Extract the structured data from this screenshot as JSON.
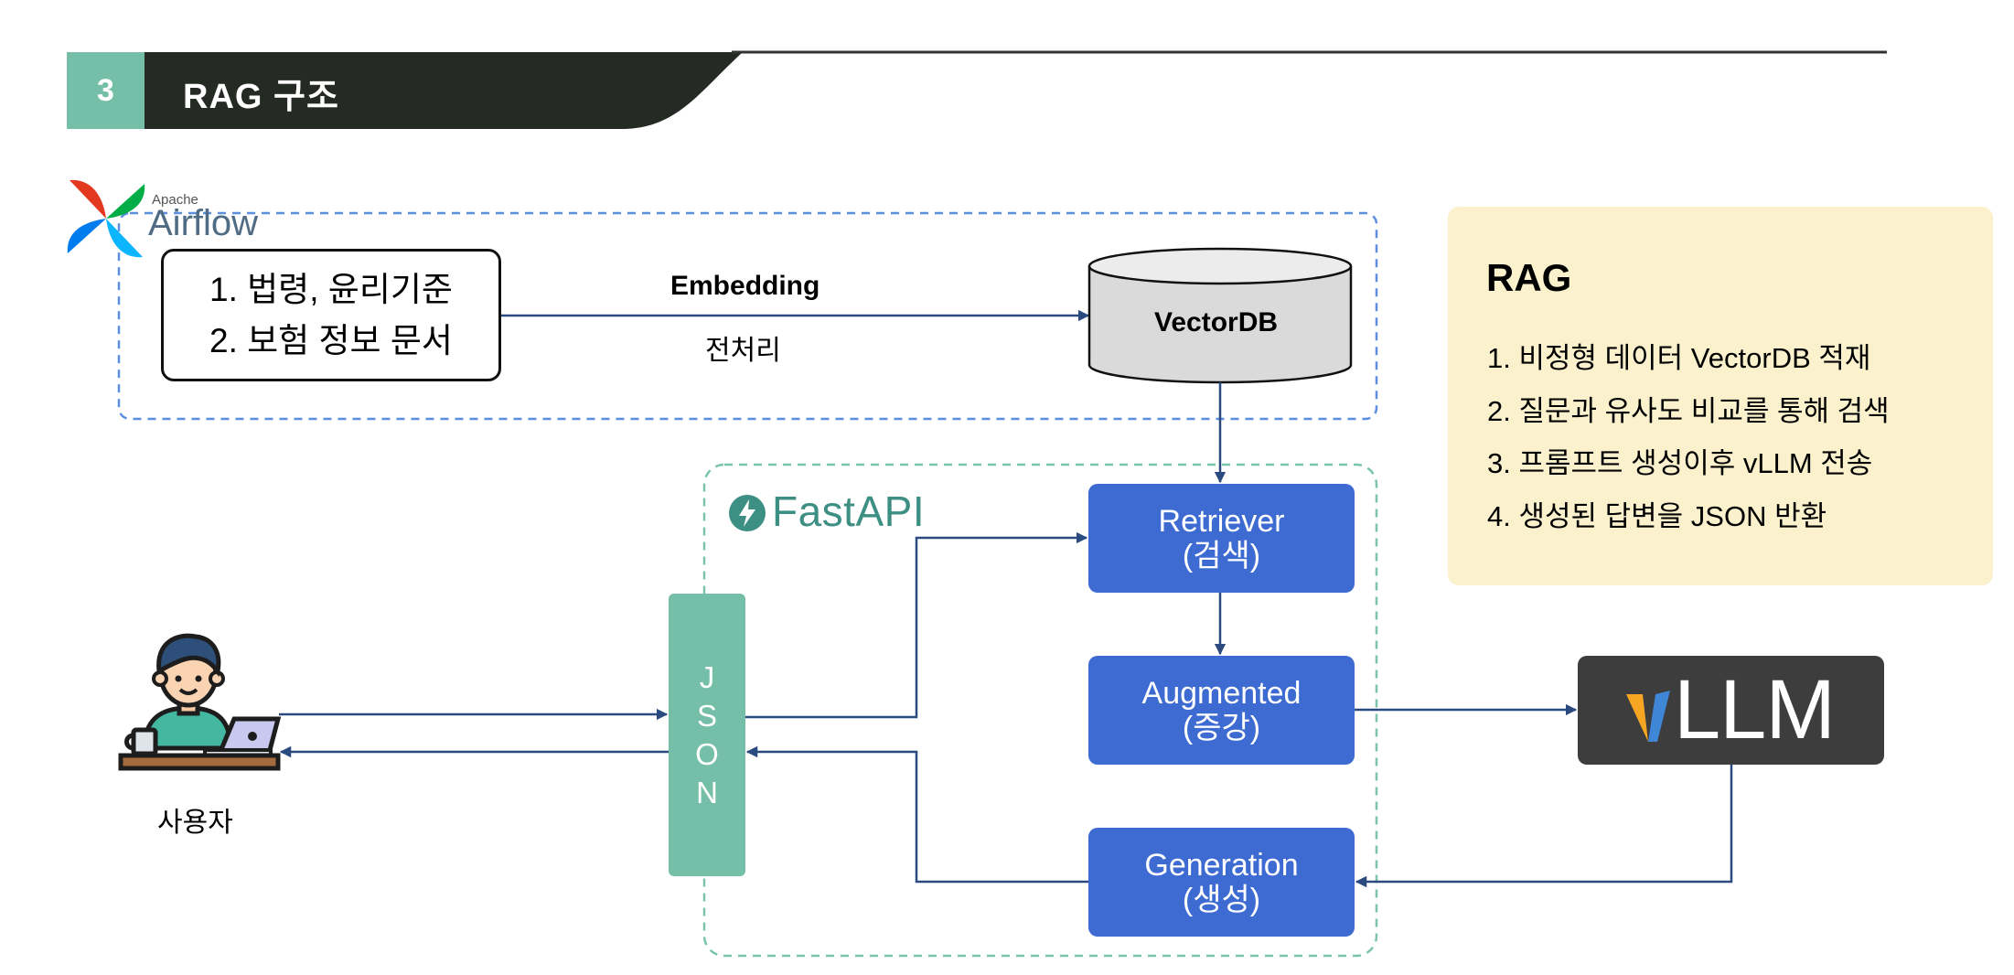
{
  "header": {
    "number": "3",
    "title": "RAG 구조"
  },
  "airflow": {
    "apache": "Apache",
    "name": "Airflow"
  },
  "sources": [
    "1. 법령, 윤리기준",
    "2. 보험 정보 문서"
  ],
  "embedding": {
    "label": "Embedding",
    "sublabel": "전처리"
  },
  "vectordb": "VectorDB",
  "fastapi": "FastAPI",
  "pipeline": {
    "retriever": {
      "name": "Retriever",
      "ko": "(검색)"
    },
    "augmented": {
      "name": "Augmented",
      "ko": "(증강)"
    },
    "generation": {
      "name": "Generation",
      "ko": "(생성)"
    }
  },
  "json_letters": [
    "J",
    "S",
    "O",
    "N"
  ],
  "user_label": "사용자",
  "vllm": "LLM",
  "info": {
    "title": "RAG",
    "items": [
      "1. 비정형 데이터 VectorDB 적재",
      "2. 질문과 유사도 비교를 통해 검색",
      "3. 프롬프트 생성이후 vLLM 전송",
      "4. 생성된 답변을 JSON 반환"
    ]
  },
  "colors": {
    "header_dark": "#262a24",
    "accent_green": "#75bea8",
    "box_blue": "#3e6bd2",
    "arrow_navy": "#2b4a80",
    "airflow_dash": "#5c8fe0",
    "fastapi_dash": "#7ac3ac",
    "vllm_bg": "#3d3d3d",
    "panel_bg": "#fbf1cd"
  }
}
